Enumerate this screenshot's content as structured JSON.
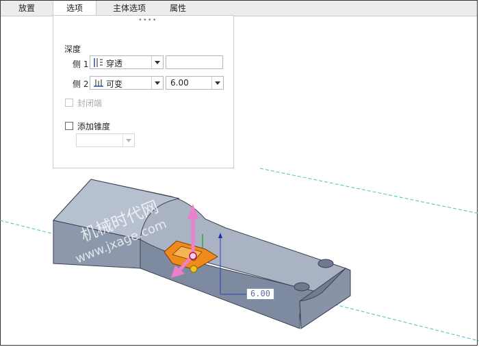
{
  "tabs": [
    {
      "label": "放置",
      "active": false
    },
    {
      "label": "选项",
      "active": true
    },
    {
      "label": "主体选项",
      "active": false
    },
    {
      "label": "属性",
      "active": false
    }
  ],
  "options_panel": {
    "grip": "••••",
    "depth_title": "深度",
    "side1": {
      "label": "侧 1",
      "mode": "穿透",
      "value": ""
    },
    "side2": {
      "label": "侧 2",
      "mode": "可变",
      "value": "6.00"
    },
    "capped_ends": {
      "label": "封闭端",
      "checked": false,
      "enabled": false
    },
    "add_taper": {
      "label": "添加锥度",
      "checked": false,
      "enabled": true
    },
    "taper_value": ""
  },
  "viewport": {
    "dimension_label": "6.00",
    "watermark_line1": "机械时代网",
    "watermark_line2": "www.jxage.com",
    "colors": {
      "part_top": "#a9b3c4",
      "part_side": "#7e8aa0",
      "highlight_cut": "#f08a1c",
      "drag_handle": "#ee7fc9",
      "axis_dashed": "#43c0c8"
    }
  }
}
